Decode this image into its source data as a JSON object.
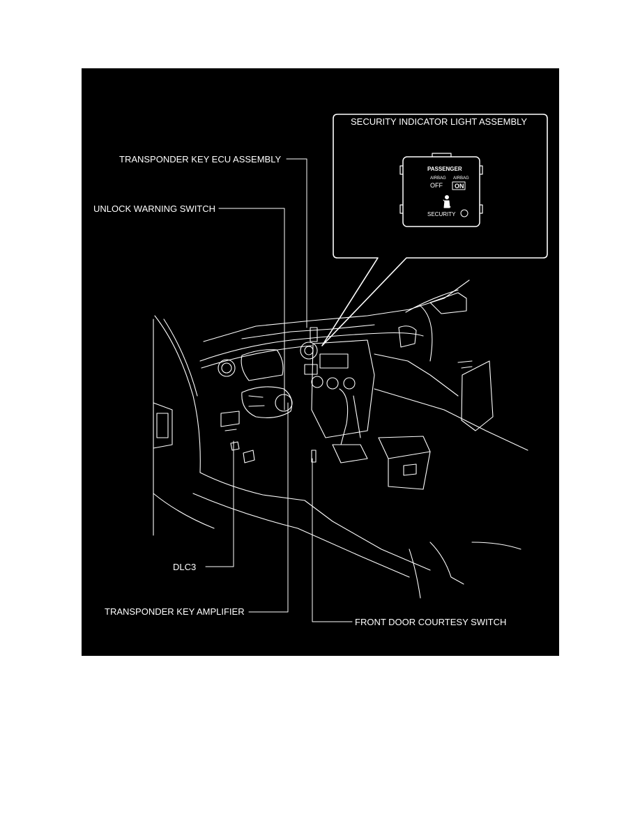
{
  "labels": {
    "security_indicator": "SECURITY INDICATOR LIGHT ASSEMBLY",
    "transponder_ecu": "TRANSPONDER KEY ECU ASSEMBLY",
    "unlock_warning": "UNLOCK WARNING SWITCH",
    "dlc3": "DLC3",
    "transponder_amplifier": "TRANSPONDER KEY AMPLIFIER",
    "front_door_courtesy": "FRONT DOOR COURTESY SWITCH"
  },
  "indicator_panel": {
    "passenger": "PASSENGER",
    "airbag_left": "AIRBAG",
    "off": "OFF",
    "airbag_right": "AIRBAG",
    "on": "ON",
    "security": "SECURITY"
  },
  "colors": {
    "background": "#000000",
    "line": "#ffffff",
    "page": "#ffffff"
  }
}
